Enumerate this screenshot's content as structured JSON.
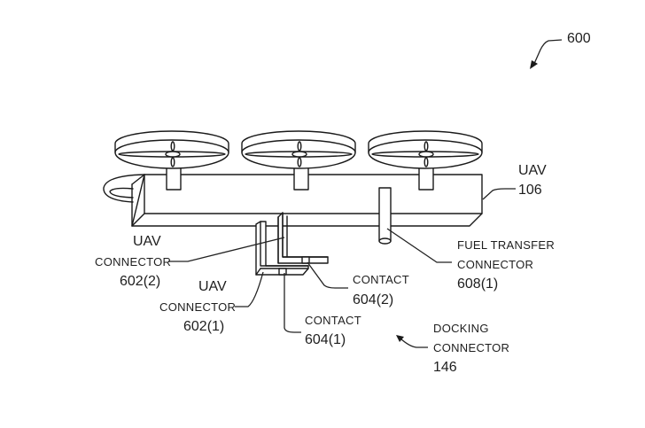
{
  "figure": {
    "reference": "600",
    "labels": {
      "uav": {
        "line1": "UAV",
        "line2": "106"
      },
      "uav_connector_2": {
        "line1": "UAV",
        "line2": "CONNECTOR",
        "line3": "602(2)"
      },
      "uav_connector_1": {
        "line1": "UAV",
        "line2": "CONNECTOR",
        "line3": "602(1)"
      },
      "contact_2": {
        "line1": "CONTACT",
        "line2": "604(2)"
      },
      "contact_1": {
        "line1": "CONTACT",
        "line2": "604(1)"
      },
      "fuel_transfer": {
        "line1": "FUEL TRANSFER",
        "line2": "CONNECTOR",
        "line3": "608(1)"
      },
      "docking_connector": {
        "line1": "DOCKING",
        "line2": "CONNECTOR",
        "line3": "146"
      }
    },
    "rotor_count": 3,
    "line_color": "#1a1a1a"
  }
}
